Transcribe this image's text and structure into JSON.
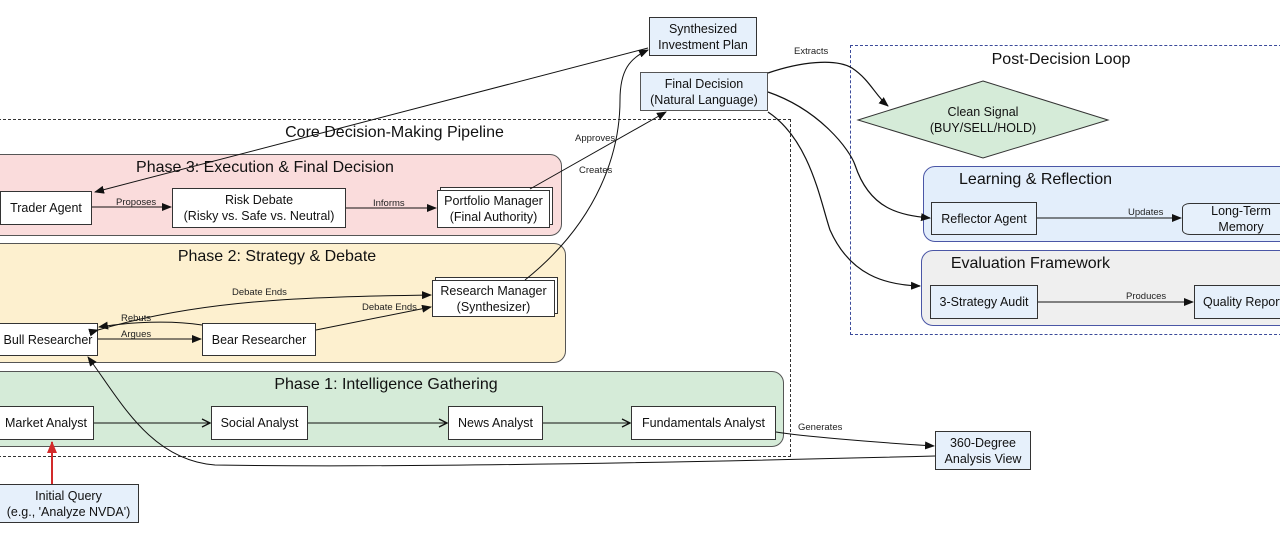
{
  "diagram": {
    "clusters": {
      "core": {
        "title": "Core Decision-Making Pipeline"
      },
      "post": {
        "title": "Post-Decision Loop"
      }
    },
    "phases": {
      "phase3": {
        "title": "Phase 3: Execution & Final Decision",
        "color": "#fadcdc"
      },
      "phase2": {
        "title": "Phase 2: Strategy & Debate",
        "color": "#fdf0cf"
      },
      "phase1": {
        "title": "Phase 1: Intelligence Gathering",
        "color": "#d5ebd8"
      },
      "learning": {
        "title": "Learning & Reflection",
        "color": "#e3eefb"
      },
      "evaluation": {
        "title": "Evaluation Framework",
        "color": "#efefef"
      }
    },
    "nodes": {
      "trader_agent": "Trader Agent",
      "risk_debate": "Risk Debate\n(Risky vs. Safe vs. Neutral)",
      "portfolio_manager": "Portfolio Manager\n(Final Authority)",
      "research_manager": "Research Manager\n(Synthesizer)",
      "bull_researcher": "Bull Researcher",
      "bear_researcher": "Bear Researcher",
      "market_analyst": "Market Analyst",
      "social_analyst": "Social Analyst",
      "news_analyst": "News Analyst",
      "fundamentals_analyst": "Fundamentals Analyst",
      "initial_query": "Initial Query\n(e.g., 'Analyze NVDA')",
      "analysis_view": "360-Degree\nAnalysis View",
      "investment_plan": "Synthesized\nInvestment Plan",
      "final_decision": "Final Decision\n(Natural Language)",
      "clean_signal": "Clean Signal\n(BUY/SELL/HOLD)",
      "reflector_agent": "Reflector Agent",
      "long_term_memory": "Long-Term Memory",
      "strategy_audit": "3-Strategy Audit",
      "quality_report": "Quality Report"
    },
    "edge_labels": {
      "proposes": "Proposes",
      "informs": "Informs",
      "approves": "Approves",
      "creates": "Creates",
      "debate_ends_top": "Debate Ends",
      "debate_ends_bear": "Debate Ends",
      "rebuts": "Rebuts",
      "argues": "Argues",
      "generates": "Generates",
      "extracts": "Extracts",
      "updates": "Updates",
      "produces": "Produces"
    },
    "colors": {
      "query_arrow": "#d22a2a",
      "signal_fill": "#d5ebd8",
      "note_fill": "#e6f0fb"
    }
  }
}
